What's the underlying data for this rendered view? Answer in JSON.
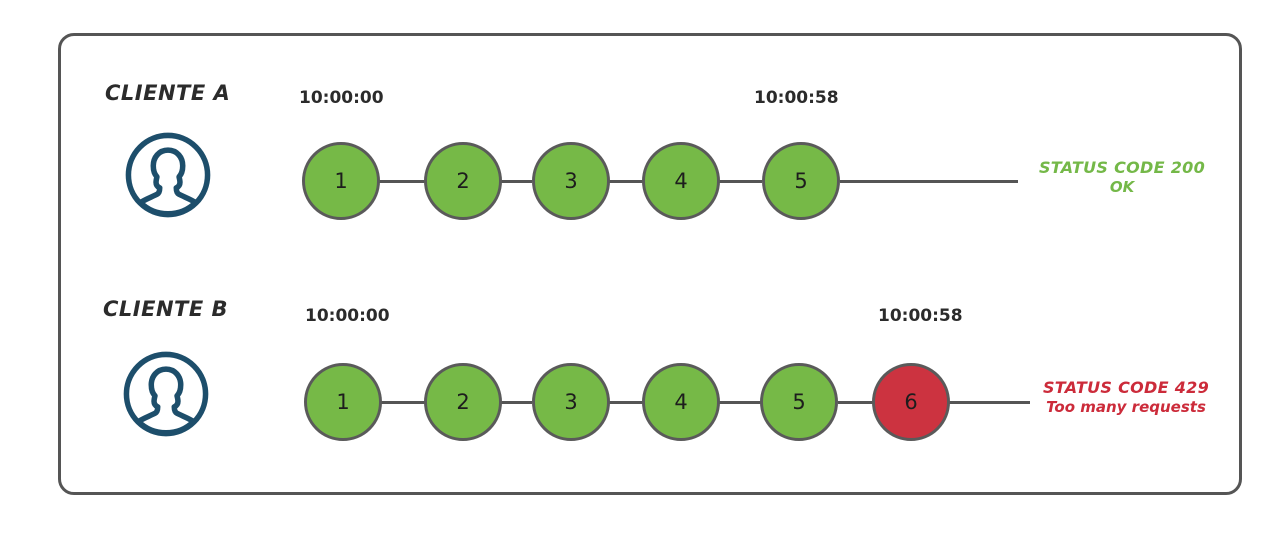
{
  "diagram": {
    "title_present": false,
    "background_color": "#ffffff",
    "frame_border_color": "#555555",
    "colors": {
      "node_ok": "#76B947",
      "node_error": "#CC3340",
      "node_border": "#5a5a5a",
      "line": "#555555",
      "avatar": "#1d4e6b",
      "status_ok_text": "#74B848",
      "status_error_text": "#CC2B3A",
      "label_text": "#2b2b2b"
    },
    "rows": [
      {
        "id": "cliente-a",
        "label": "CLIENTE A",
        "avatar_icon": "user-avatar-icon",
        "start_time": "10:00:00",
        "end_time": "10:00:58",
        "nodes": [
          {
            "label": "1",
            "state": "ok"
          },
          {
            "label": "2",
            "state": "ok"
          },
          {
            "label": "3",
            "state": "ok"
          },
          {
            "label": "4",
            "state": "ok"
          },
          {
            "label": "5",
            "state": "ok"
          }
        ],
        "status": {
          "state": "ok",
          "main": "STATUS CODE 200",
          "sub": "OK"
        }
      },
      {
        "id": "cliente-b",
        "label": "CLIENTE B",
        "avatar_icon": "user-avatar-icon",
        "start_time": "10:00:00",
        "end_time": "10:00:58",
        "nodes": [
          {
            "label": "1",
            "state": "ok"
          },
          {
            "label": "2",
            "state": "ok"
          },
          {
            "label": "3",
            "state": "ok"
          },
          {
            "label": "4",
            "state": "ok"
          },
          {
            "label": "5",
            "state": "ok"
          },
          {
            "label": "6",
            "state": "error"
          }
        ],
        "status": {
          "state": "error",
          "main": "STATUS CODE 429",
          "sub": "Too many requests"
        }
      }
    ]
  }
}
